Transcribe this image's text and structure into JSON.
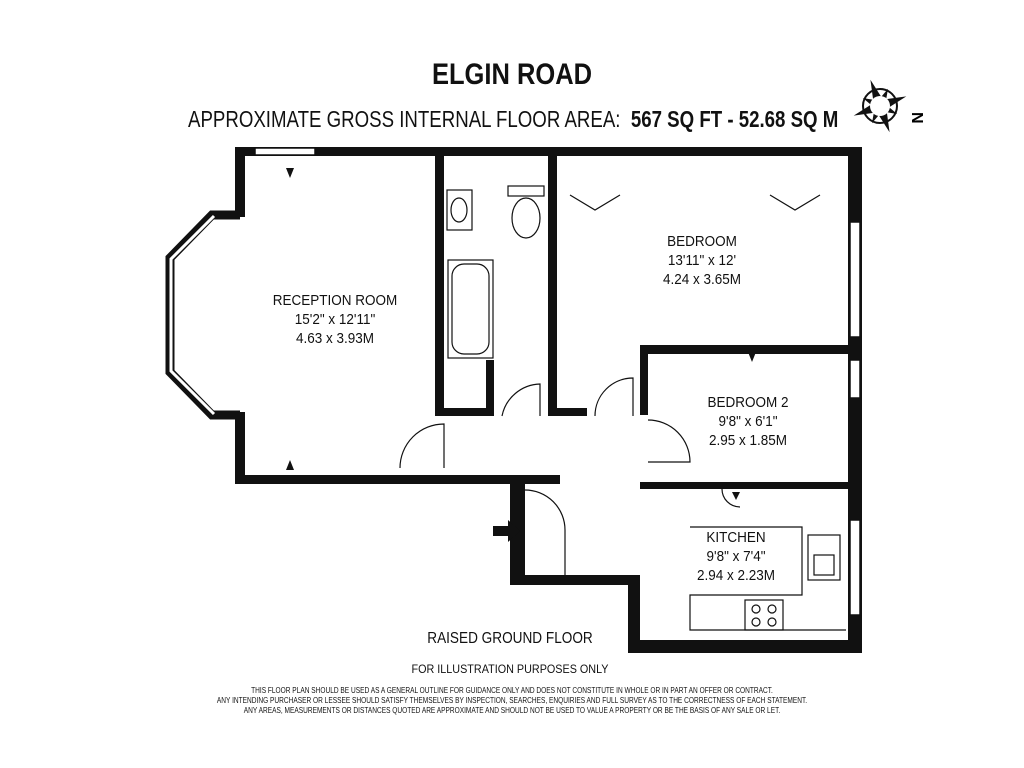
{
  "header": {
    "title": "ELGIN ROAD",
    "area_label": "APPROXIMATE GROSS INTERNAL FLOOR AREA:",
    "area_value": "567 SQ FT  -  52.68 SQ M",
    "compass_letter": "N"
  },
  "rooms": [
    {
      "name": "RECEPTION ROOM",
      "imperial": "15'2\" x 12'11\"",
      "metric": "4.63 x 3.93M"
    },
    {
      "name": "BEDROOM",
      "imperial": "13'11\" x 12'",
      "metric": "4.24 x 3.65M"
    },
    {
      "name": "BEDROOM 2",
      "imperial": "9'8\" x 6'1\"",
      "metric": "2.95 x 1.85M"
    },
    {
      "name": "KITCHEN",
      "imperial": "9'8\" x 7'4\"",
      "metric": "2.94 x 2.23M"
    }
  ],
  "footer": {
    "floor": "RAISED GROUND FLOOR",
    "illustration": "FOR ILLUSTRATION PURPOSES ONLY",
    "disclaimer": [
      "THIS FLOOR PLAN SHOULD BE USED AS A GENERAL OUTLINE FOR GUIDANCE ONLY AND DOES NOT CONSTITUTE IN WHOLE OR IN PART AN OFFER OR CONTRACT.",
      "ANY INTENDING PURCHASER OR LESSEE SHOULD SATISFY THEMSELVES BY INSPECTION, SEARCHES, ENQUIRIES AND FULL SURVEY AS TO THE CORRECTNESS OF EACH STATEMENT.",
      "ANY AREAS, MEASUREMENTS OR DISTANCES QUOTED ARE APPROXIMATE AND SHOULD NOT BE USED TO VALUE A PROPERTY OR BE THE BASIS OF ANY SALE OR LET."
    ]
  },
  "colors": {
    "wall": "#111111",
    "background": "#ffffff"
  }
}
